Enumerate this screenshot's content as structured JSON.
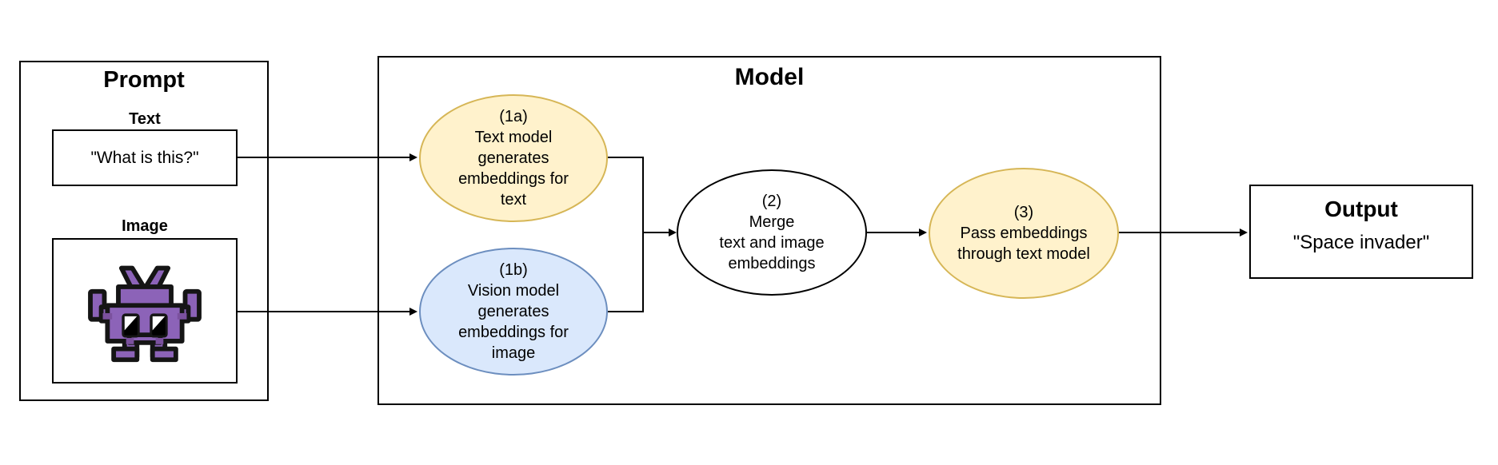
{
  "prompt": {
    "title": "Prompt",
    "text_label": "Text",
    "text_value": "\"What is this?\"",
    "image_label": "Image"
  },
  "model": {
    "title": "Model",
    "node_1a": "(1a)\nText model\ngenerates\nembeddings for\ntext",
    "node_1b": "(1b)\nVision model\ngenerates\nembeddings for\nimage",
    "node_2": "(2)\nMerge\ntext and image\nembeddings",
    "node_3": "(3)\nPass embeddings\nthrough text model"
  },
  "output": {
    "title": "Output",
    "value": "\"Space invader\""
  },
  "icons": {
    "image_content": "space-invader-icon"
  },
  "colors": {
    "text_node_fill": "#FFF2CC",
    "text_node_border": "#D6B656",
    "vision_node_fill": "#DAE8FC",
    "vision_node_border": "#6C8EBF",
    "merge_node_fill": "#FFFFFF",
    "outline": "#000000",
    "invader_purple": "#8C63B8",
    "invader_purple_dark": "#7B519E"
  }
}
